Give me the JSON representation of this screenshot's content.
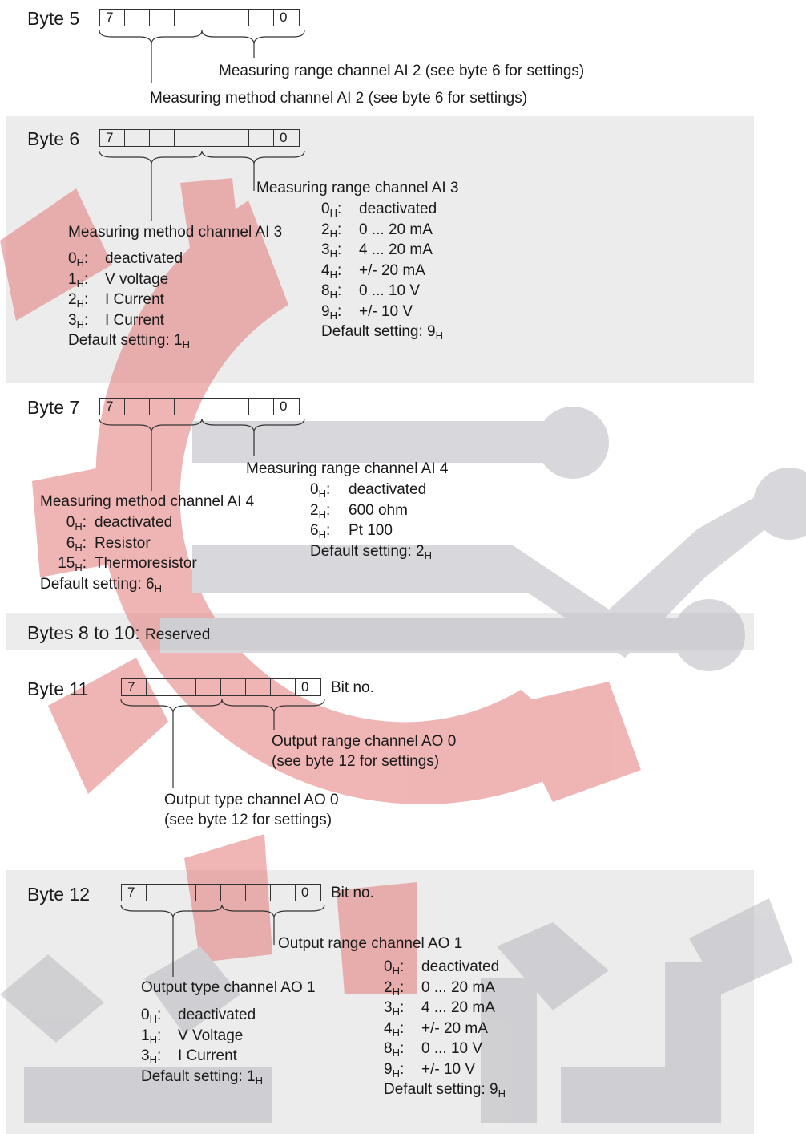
{
  "byte5": {
    "label": "Byte 5",
    "bit_high": "7",
    "bit_low": "0",
    "range_note": "Measuring range channel AI 2 (see byte 6 for settings)",
    "method_note": "Measuring method channel AI 2 (see byte 6 for settings)"
  },
  "byte6": {
    "label": "Byte 6",
    "bit_high": "7",
    "bit_low": "0",
    "range_title": "Measuring range channel AI 3",
    "range_items": [
      {
        "code": "0",
        "text": "deactivated"
      },
      {
        "code": "2",
        "text": "0 ... 20 mA"
      },
      {
        "code": "3",
        "text": "4 ... 20 mA"
      },
      {
        "code": "4",
        "text": "+/- 20 mA"
      },
      {
        "code": "8",
        "text": "0 ... 10 V"
      },
      {
        "code": "9",
        "text": "+/- 10 V"
      }
    ],
    "range_default": "Default setting: 9",
    "method_title": "Measuring method channel AI 3",
    "method_items": [
      {
        "code": "0",
        "text": "deactivated"
      },
      {
        "code": "1",
        "text": "V voltage"
      },
      {
        "code": "2",
        "text": "I Current"
      },
      {
        "code": "3",
        "text": "I Current"
      }
    ],
    "method_default": "Default setting: 1"
  },
  "byte7": {
    "label": "Byte 7",
    "bit_high": "7",
    "bit_low": "0",
    "range_title": "Measuring range channel AI 4",
    "range_items": [
      {
        "code": "0",
        "text": "deactivated"
      },
      {
        "code": "2",
        "text": "600 ohm"
      },
      {
        "code": "6",
        "text": "Pt 100"
      }
    ],
    "range_default": "Default setting: 2",
    "method_title": "Measuring method channel AI 4",
    "method_items": [
      {
        "code": "0",
        "text": "deactivated"
      },
      {
        "code": "6",
        "text": "Resistor"
      },
      {
        "code": "15",
        "text": "Thermoresistor"
      }
    ],
    "method_default": "Default setting: 6"
  },
  "bytes8to10": {
    "label": "Bytes 8 to 10:",
    "value": "Reserved"
  },
  "byte11": {
    "label": "Byte 11",
    "bit_high": "7",
    "bit_low": "0",
    "bitno": "Bit no.",
    "range_note_1": "Output range channel AO 0",
    "range_note_2": "(see byte 12 for settings)",
    "type_note_1": "Output type channel AO 0",
    "type_note_2": "(see byte 12 for settings)"
  },
  "byte12": {
    "label": "Byte 12",
    "bit_high": "7",
    "bit_low": "0",
    "bitno": "Bit no.",
    "range_title": "Output range channel AO 1",
    "range_items": [
      {
        "code": "0",
        "text": "deactivated"
      },
      {
        "code": "2",
        "text": "0 ... 20 mA"
      },
      {
        "code": "3",
        "text": "4 ... 20 mA"
      },
      {
        "code": "4",
        "text": "+/- 20 mA"
      },
      {
        "code": "8",
        "text": "0 ... 10 V"
      },
      {
        "code": "9",
        "text": "+/- 10 V"
      }
    ],
    "range_default": "Default setting: 9",
    "type_title": "Output type channel AO 1",
    "type_items": [
      {
        "code": "0",
        "text": "deactivated"
      },
      {
        "code": "1",
        "text": "V Voltage"
      },
      {
        "code": "3",
        "text": "I Current"
      }
    ],
    "type_default": "Default setting: 1"
  },
  "hex_suffix": "H",
  "colors": {
    "panel": "#ececec",
    "watermark_red": "#e37a7a",
    "watermark_gray": "#b9b9c0"
  }
}
